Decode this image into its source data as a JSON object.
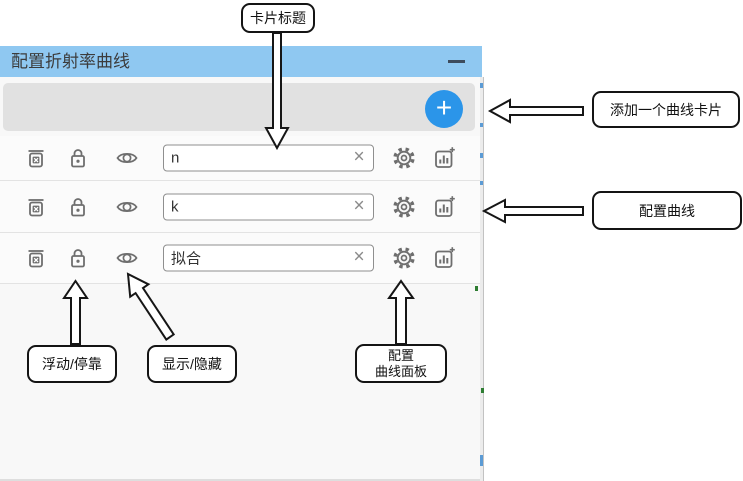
{
  "window": {
    "title": "配置折射率曲线"
  },
  "toolbar": {
    "add_button_glyph": "+"
  },
  "cards": [
    {
      "title": "n"
    },
    {
      "title": "k"
    },
    {
      "title": "拟合"
    }
  ],
  "input": {
    "clear_glyph": "×"
  },
  "annotations": {
    "card_title": "卡片标题",
    "add_card": "添加一个曲线卡片",
    "configure_curve": "配置曲线",
    "float_dock": "浮动/停靠",
    "show_hide": "显示/隐藏",
    "configure_panel_line1": "配置",
    "configure_panel_line2": "曲线面板"
  },
  "icons": {
    "minimize-icon": "—",
    "plus-icon": "+",
    "clear-icon": "×",
    "delete-card-icon": "trash-with-x",
    "lock-icon": "padlock",
    "eye-icon": "eye",
    "gear-icon": "gear",
    "chart-plus-icon": "bar-chart-add"
  },
  "colors": {
    "titlebar_blue": "#8fc8f1",
    "accent_blue": "#2b95e9",
    "icon_gray": "#6e6e6e",
    "toolbar_gray": "#e1e1e1"
  }
}
